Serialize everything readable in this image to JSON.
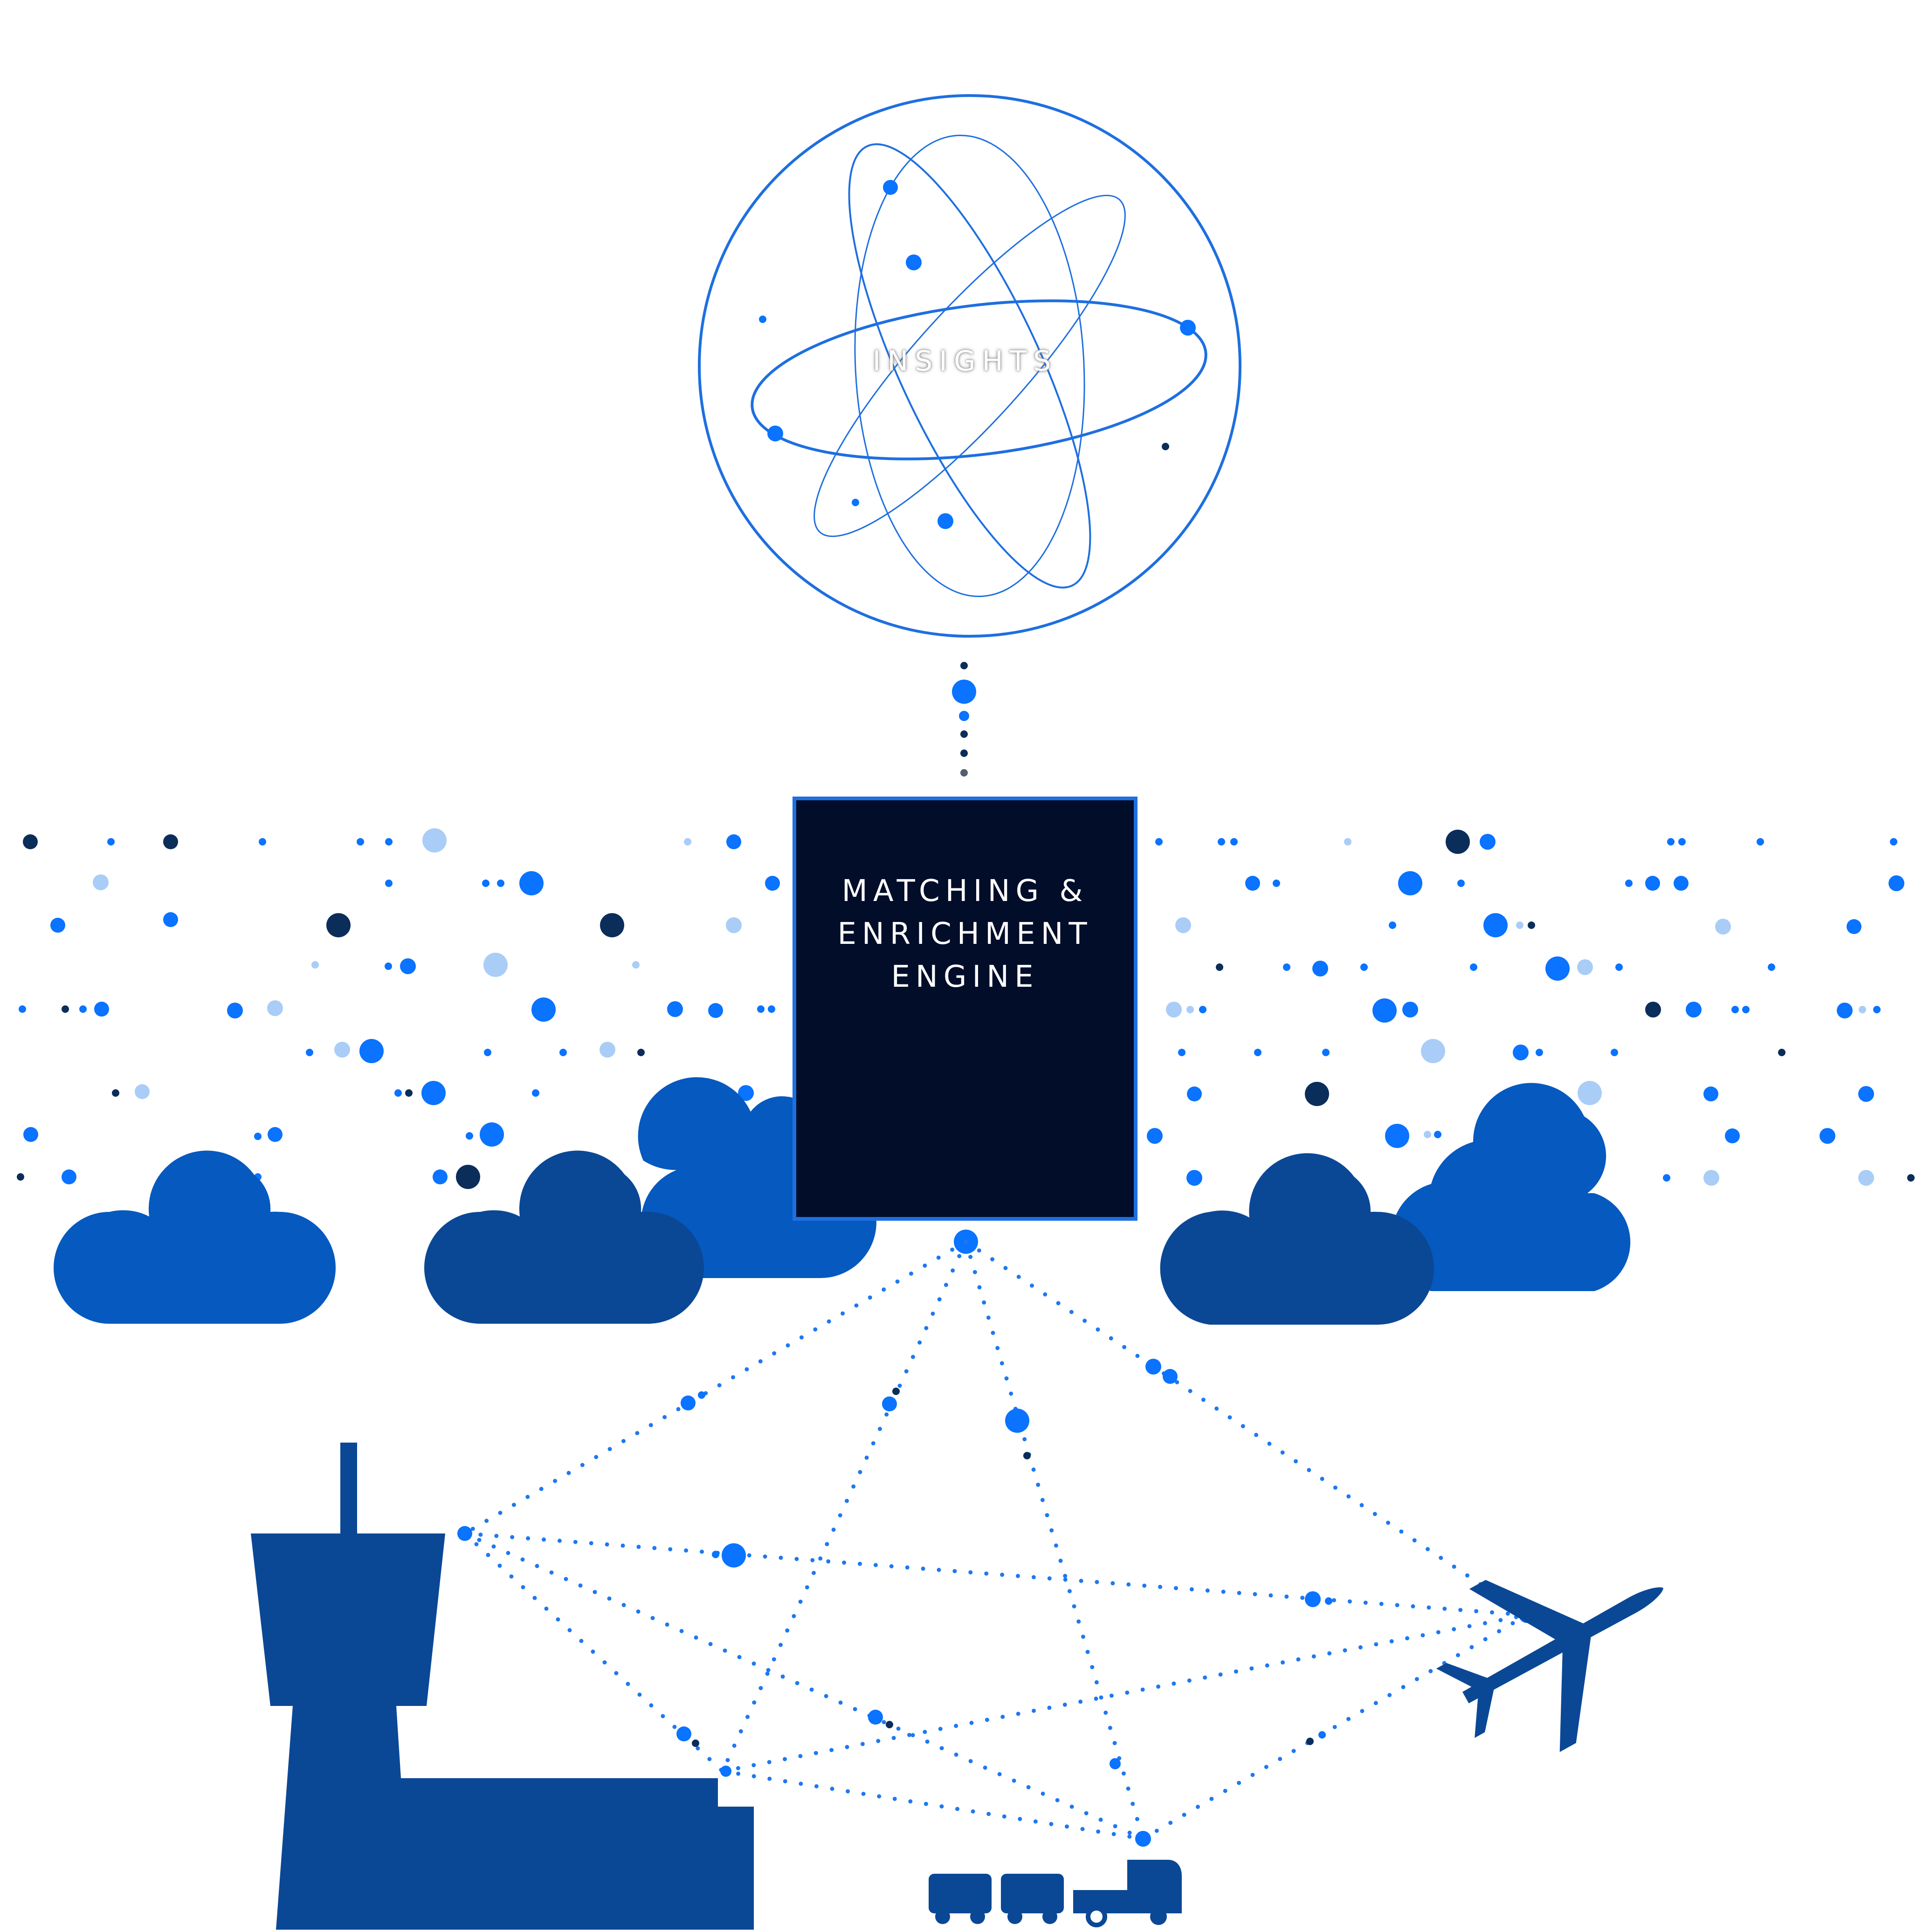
{
  "insights": {
    "label": "INSIGHTS"
  },
  "engine": {
    "lines": [
      "MATCHING &",
      "ENRICHMENT",
      "ENGINE"
    ]
  },
  "colors": {
    "navy": "#002a5c",
    "bright_blue": "#0a73ff",
    "light_blue": "#a9cdf7",
    "royal_blue": "#0559bf",
    "dark_blue": "#0a4896",
    "box_bg": "#020d2a"
  },
  "icons": [
    "atom-icon",
    "cloud-icon",
    "control-tower-icon",
    "airplane-icon",
    "truck-train-icon"
  ]
}
